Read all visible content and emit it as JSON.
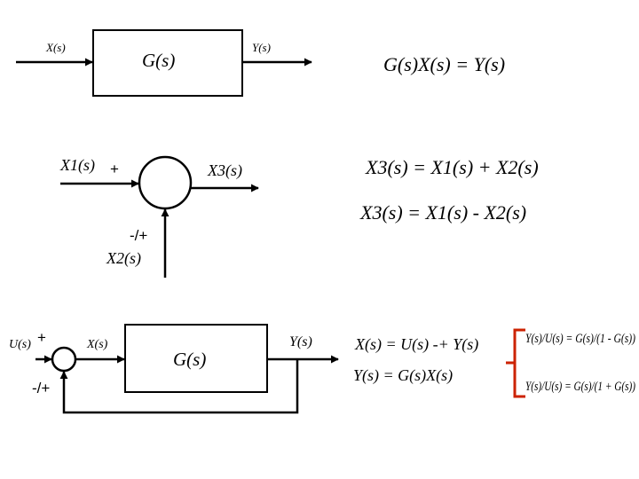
{
  "colors": {
    "line": "#000000",
    "accent": "#cc2200",
    "background": "#ffffff"
  },
  "diagram1": {
    "input_label": "X(s)",
    "block_label": "G(s)",
    "output_label": "Y(s)",
    "equation": "G(s)X(s) = Y(s)"
  },
  "diagram2": {
    "input1_label": "X1(s)",
    "input1_sign": "+",
    "input2_label": "X2(s)",
    "input2_sign": "-/+",
    "output_label": "X3(s)",
    "equation_sum": "X3(s) = X1(s) + X2(s)",
    "equation_diff": "X3(s) = X1(s) - X2(s)"
  },
  "diagram3": {
    "input_label": "U(s)",
    "input_sign": "+",
    "feedback_sign": "-/+",
    "error_label": "X(s)",
    "block_label": "G(s)",
    "output_label": "Y(s)",
    "equation_sum": "X(s) = U(s) -+ Y(s)",
    "equation_block": "Y(s) = G(s)X(s)",
    "tf_negative": "Y(s)/U(s) = G(s)/(1 - G(s))",
    "tf_positive": "Y(s)/U(s) = G(s)/(1 + G(s))"
  }
}
